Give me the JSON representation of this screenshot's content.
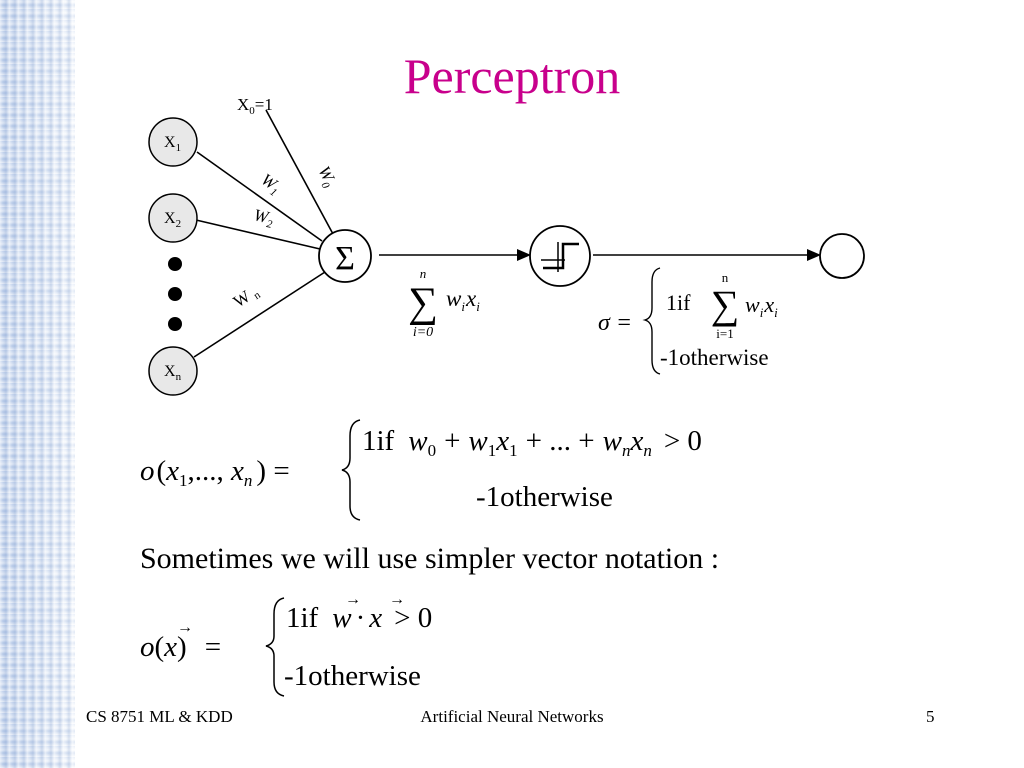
{
  "slide": {
    "title": "Perceptron",
    "footer": {
      "left": "CS 8751 ML & KDD",
      "center": "Artificial Neural Networks",
      "page": "5"
    }
  },
  "diagram": {
    "bias_input": {
      "var": "X",
      "sub": "0",
      "eq": "=1"
    },
    "inputs": [
      {
        "var": "X",
        "sub": "1"
      },
      {
        "var": "X",
        "sub": "2"
      },
      {
        "var": "X",
        "sub": "n"
      }
    ],
    "weights": [
      {
        "var": "W",
        "sub": "0"
      },
      {
        "var": "W",
        "sub": "1"
      },
      {
        "var": "W",
        "sub": "2"
      },
      {
        "var": "W",
        "sub": "n"
      }
    ],
    "sum_symbol": "Σ",
    "sum_expr": {
      "op": "∑",
      "upper": "n",
      "lower": "i=0",
      "w": "w",
      "wsub": "i",
      "x": "x",
      "xsub": "i"
    },
    "sigma_def": {
      "lhs": "σ =",
      "case1_label": "1if",
      "case1_op": "∑",
      "case1_upper": "n",
      "case1_lower": "i=1",
      "case1_w": "w",
      "case1_wsub": "i",
      "case1_x": "x",
      "case1_xsub": "i",
      "case2": "-1otherwise"
    }
  },
  "equations": {
    "eq1": {
      "lhs_o": "o",
      "lhs_open": "(",
      "lhs_x1": "x",
      "lhs_x1sub": "1",
      "lhs_mid": ",..., ",
      "lhs_xn": "x",
      "lhs_xnsub": "n",
      "lhs_close": ") =",
      "case1_label": "1if",
      "w0": "w",
      "w0sub": "0",
      "plus1": "+",
      "w1": "w",
      "w1sub": "1",
      "x1": "x",
      "x1sub": "1",
      "plus2": "+ ... +",
      "wn": "w",
      "wnsub": "n",
      "xn": "x",
      "xnsub": "n",
      "gt": "> 0",
      "case2": "-1otherwise"
    },
    "note": "Sometimes we will use simpler vector notation :",
    "eq2": {
      "lhs_o": "o",
      "lhs_open": "(",
      "lhs_x": "x",
      "lhs_close": ")",
      "eq": "=",
      "case1_label": "1if",
      "w": "w",
      "dot": "·",
      "x": "x",
      "gt": "> 0",
      "arrow": "→",
      "case2": "-1otherwise"
    }
  }
}
